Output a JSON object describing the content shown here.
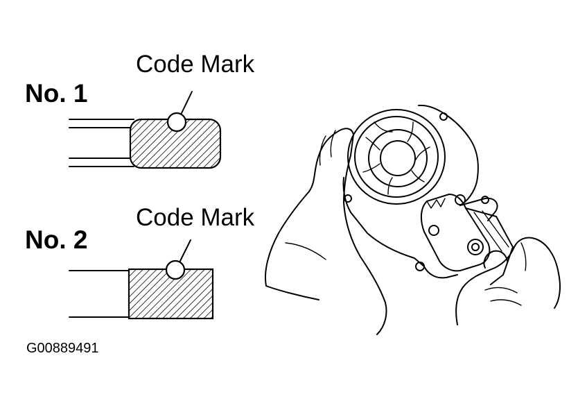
{
  "labels": {
    "code_mark_1": "Code Mark",
    "code_mark_2": "Code Mark",
    "no1": "No. 1",
    "no2": "No. 2",
    "figure_code": "G00889491"
  },
  "colors": {
    "ink": "#000000",
    "background": "#ffffff"
  }
}
